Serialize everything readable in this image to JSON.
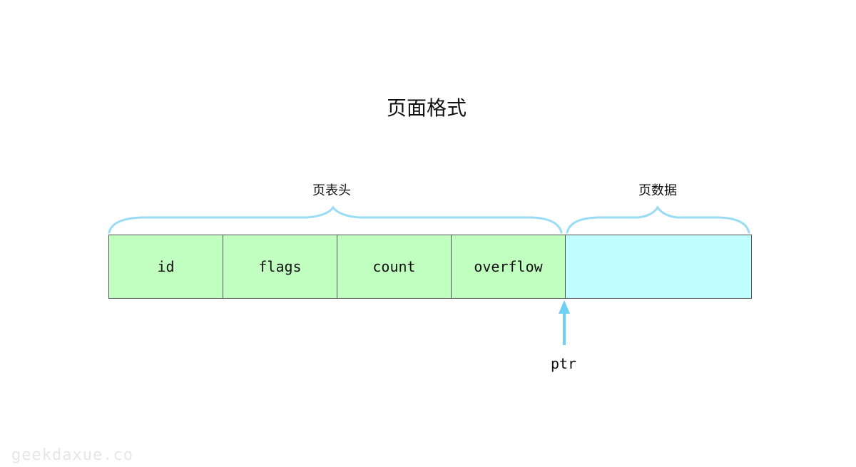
{
  "title": "页面格式",
  "braces": {
    "header_label": "页表头",
    "data_label": "页数据"
  },
  "fields": [
    {
      "label": "id",
      "color": "#c0ffc0"
    },
    {
      "label": "flags",
      "color": "#c0ffc0"
    },
    {
      "label": "count",
      "color": "#c0ffc0"
    },
    {
      "label": "overflow",
      "color": "#c0ffc0"
    },
    {
      "label": "",
      "color": "#c0ffff"
    }
  ],
  "pointer": {
    "label": "ptr",
    "color": "#6fd0f5"
  },
  "brace_color": "#9adcf5",
  "watermark": "geekdaxue.co"
}
